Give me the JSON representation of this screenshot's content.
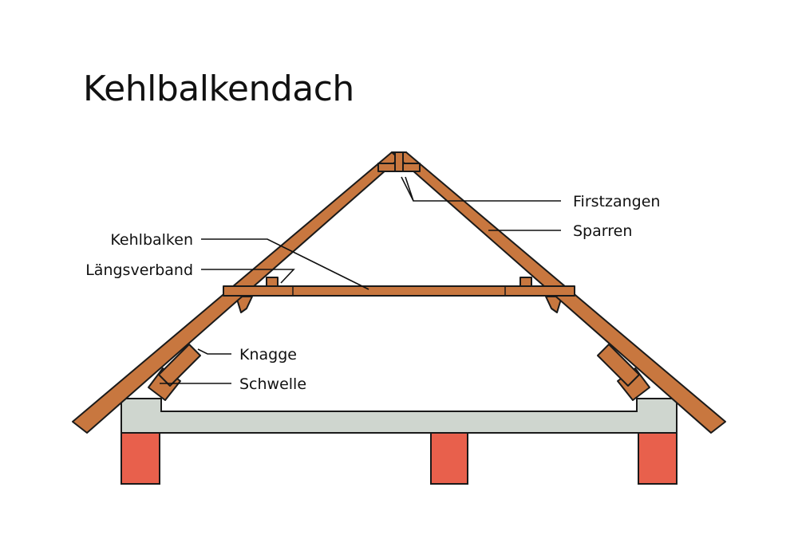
{
  "title": "Kehlbalkendach",
  "labels": {
    "firstzangen": "Firstzangen",
    "sparren": "Sparren",
    "kehlbalken": "Kehlbalken",
    "laengsverband": "Längsverband",
    "knagge": "Knagge",
    "schwelle": "Schwelle"
  },
  "colors": {
    "timber": "#c8773f",
    "masonry_wall": "#cfd6cf",
    "brick_post": "#e8604c",
    "outline": "#1a1a1a"
  }
}
